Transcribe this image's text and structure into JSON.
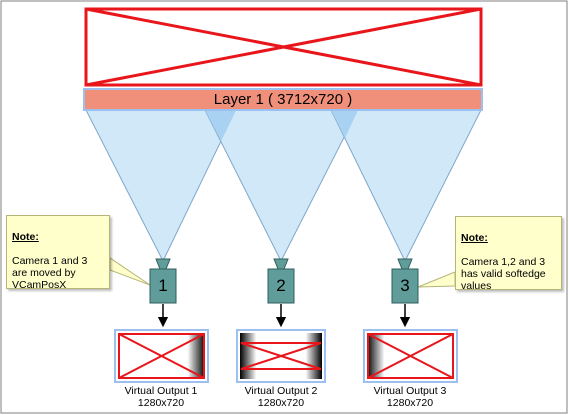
{
  "layer": {
    "label": "Layer 1 ( 3712x720 )"
  },
  "cameras": [
    {
      "label": "1"
    },
    {
      "label": "2"
    },
    {
      "label": "3"
    }
  ],
  "outputs": [
    {
      "name": "Virtual Output 1",
      "resolution": "1280x720"
    },
    {
      "name": "Virtual Output 2",
      "resolution": "1280x720"
    },
    {
      "name": "Virtual Output 3",
      "resolution": "1280x720"
    }
  ],
  "notes": {
    "left": {
      "title": "Note:",
      "body": "Camera 1 and 3\nare moved by\nVCamPosX"
    },
    "right": {
      "title": "Note:",
      "body": "Camera 1,2 and 3\nhas valid softedge\nvalues"
    }
  },
  "colors": {
    "frame_red": "#e8161b",
    "layer_bar": "#f0907b",
    "layer_bar_border": "#9cc0ef",
    "frustum_fill": "#cce6f8",
    "frustum_overlap": "#a9d1f2",
    "camera_body": "#5f9c9a",
    "note_bg": "#ffffcc"
  }
}
